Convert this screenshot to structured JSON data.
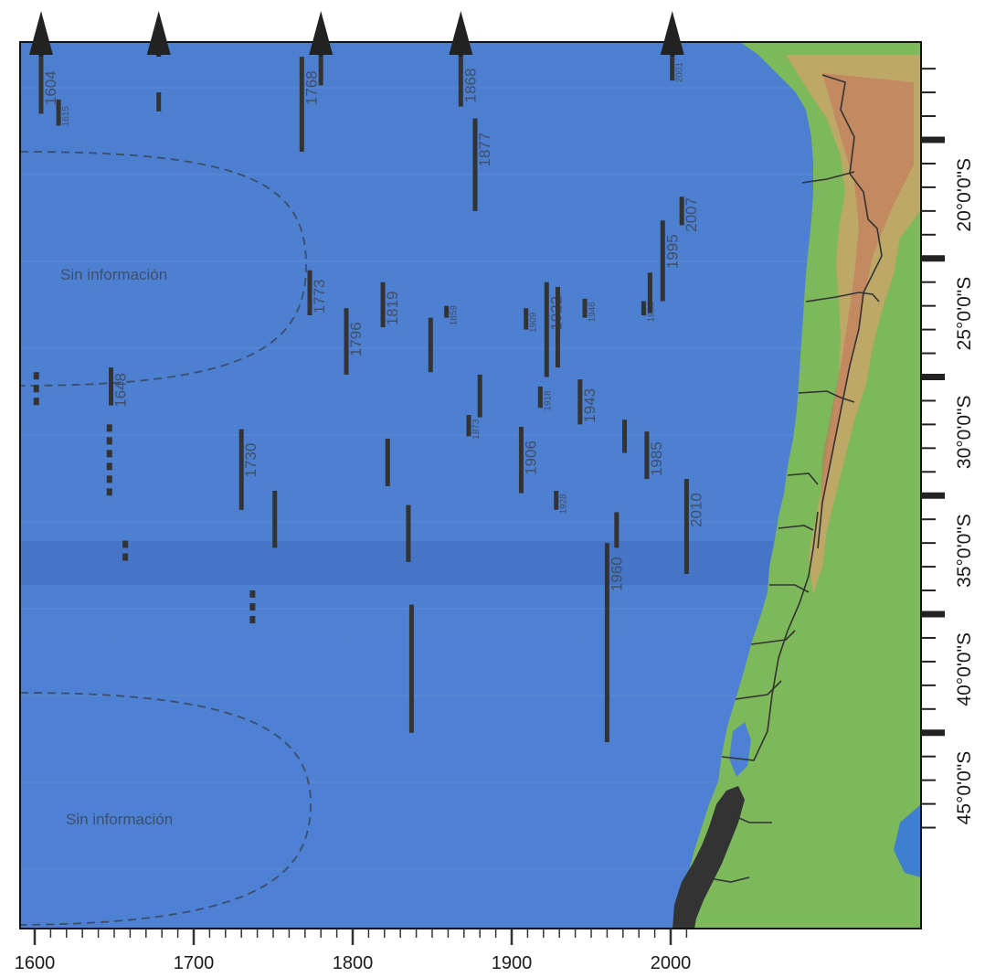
{
  "map": {
    "region_labels": [
      "Sin información",
      "Sin información"
    ],
    "x_axis": {
      "ticks": [
        {
          "value": 1600,
          "label": "1600"
        },
        {
          "value": 1700,
          "label": "1700"
        },
        {
          "value": 1800,
          "label": "1800"
        },
        {
          "value": 1900,
          "label": "1900"
        },
        {
          "value": 2000,
          "label": "2000"
        }
      ]
    },
    "y_axis": {
      "ticks": [
        {
          "value": -20,
          "label": "20°0'0\"S"
        },
        {
          "value": -25,
          "label": "25°0'0\"S"
        },
        {
          "value": -30,
          "label": "30°0'0\"S"
        },
        {
          "value": -35,
          "label": "35°0'0\"S"
        },
        {
          "value": -40,
          "label": "40°0'0\"S"
        },
        {
          "value": -45,
          "label": "45°0'0\"S"
        }
      ]
    },
    "ruptures": [
      {
        "year": 1604,
        "label": "1604",
        "lat_north": -16.5,
        "lat_south": -18.9,
        "arrow": true
      },
      {
        "year": 1615,
        "label": "1615",
        "lat_north": -18.3,
        "lat_south": -19.4
      },
      {
        "year": 1648,
        "label": "1648",
        "lat_north": -29.6,
        "lat_south": -31.2
      },
      {
        "year": 1678,
        "label": "",
        "lat_north": -18.0,
        "lat_south": -18.8,
        "arrow": true
      },
      {
        "year": 1730,
        "label": "1730",
        "lat_north": -32.2,
        "lat_south": -35.6
      },
      {
        "year": 1751,
        "label": "",
        "lat_north": -34.8,
        "lat_south": -37.2
      },
      {
        "year": 1768,
        "label": "1768",
        "lat_north": -16.5,
        "lat_south": -20.5
      },
      {
        "year": 1773,
        "label": "1773",
        "lat_north": -25.5,
        "lat_south": -27.4
      },
      {
        "year": 1780,
        "label": "",
        "lat_north": -16.5,
        "lat_south": -17.7,
        "arrow": true
      },
      {
        "year": 1796,
        "label": "1796",
        "lat_north": -27.1,
        "lat_south": -29.9
      },
      {
        "year": 1819,
        "label": "1819",
        "lat_north": -26.0,
        "lat_south": -27.9
      },
      {
        "year": 1822,
        "label": "",
        "lat_north": -32.6,
        "lat_south": -34.6
      },
      {
        "year": 1835,
        "label": "",
        "lat_north": -35.4,
        "lat_south": -37.8
      },
      {
        "year": 1837,
        "label": "",
        "lat_north": -39.6,
        "lat_south": -45.0
      },
      {
        "year": 1849,
        "label": "",
        "lat_north": -27.5,
        "lat_south": -29.8
      },
      {
        "year": 1859,
        "label": "1859",
        "lat_north": -27.0,
        "lat_south": -27.5
      },
      {
        "year": 1868,
        "label": "1868",
        "lat_north": -16.5,
        "lat_south": -18.6,
        "arrow": true
      },
      {
        "year": 1873,
        "label": "1873",
        "lat_north": -31.6,
        "lat_south": -32.5
      },
      {
        "year": 1877,
        "label": "1877",
        "lat_north": -19.1,
        "lat_south": -23.0
      },
      {
        "year": 1880,
        "label": "",
        "lat_north": -29.9,
        "lat_south": -31.7
      },
      {
        "year": 1906,
        "label": "1906",
        "lat_north": -32.1,
        "lat_south": -34.9
      },
      {
        "year": 1909,
        "label": "1909",
        "lat_north": -27.1,
        "lat_south": -28.0
      },
      {
        "year": 1918,
        "label": "1918",
        "lat_north": -30.4,
        "lat_south": -31.3
      },
      {
        "year": 1922,
        "label": "1922",
        "lat_north": -26.0,
        "lat_south": -30.0
      },
      {
        "year": 1929,
        "label": "",
        "lat_north": -26.2,
        "lat_south": -29.6
      },
      {
        "year": 1928,
        "label": "1928",
        "lat_north": -34.8,
        "lat_south": -35.6
      },
      {
        "year": 1943,
        "label": "1943",
        "lat_north": -30.1,
        "lat_south": -32.0
      },
      {
        "year": 1946,
        "label": "1946",
        "lat_north": -26.7,
        "lat_south": -27.5
      },
      {
        "year": 1960,
        "label": "1960",
        "lat_north": -37.0,
        "lat_south": -45.4
      },
      {
        "year": 1966,
        "label": "",
        "lat_north": -35.7,
        "lat_south": -37.2
      },
      {
        "year": 1971,
        "label": "",
        "lat_north": -31.8,
        "lat_south": -33.2
      },
      {
        "year": 1983,
        "label": "1983",
        "lat_north": -26.8,
        "lat_south": -27.4
      },
      {
        "year": 1985,
        "label": "1985",
        "lat_north": -32.3,
        "lat_south": -34.3
      },
      {
        "year": 1987,
        "label": "",
        "lat_north": -25.6,
        "lat_south": -27.3
      },
      {
        "year": 1995,
        "label": "1995",
        "lat_north": -23.4,
        "lat_south": -26.8
      },
      {
        "year": 2001,
        "label": "2001",
        "lat_north": -16.5,
        "lat_south": -17.5,
        "arrow": true
      },
      {
        "year": 2007,
        "label": "2007",
        "lat_north": -22.4,
        "lat_south": -23.6
      },
      {
        "year": 2010,
        "label": "2010",
        "lat_north": -34.3,
        "lat_south": -38.3
      }
    ],
    "dashed_segments": [
      {
        "year": 1601,
        "lat_north": -29.8,
        "lat_south": -31.3
      },
      {
        "year": 1647,
        "lat_north": -32.0,
        "lat_south": -35.0
      },
      {
        "year": 1657,
        "lat_north": -36.9,
        "lat_south": -37.9
      },
      {
        "year": 1737,
        "lat_north": -39.0,
        "lat_south": -40.6
      }
    ]
  }
}
